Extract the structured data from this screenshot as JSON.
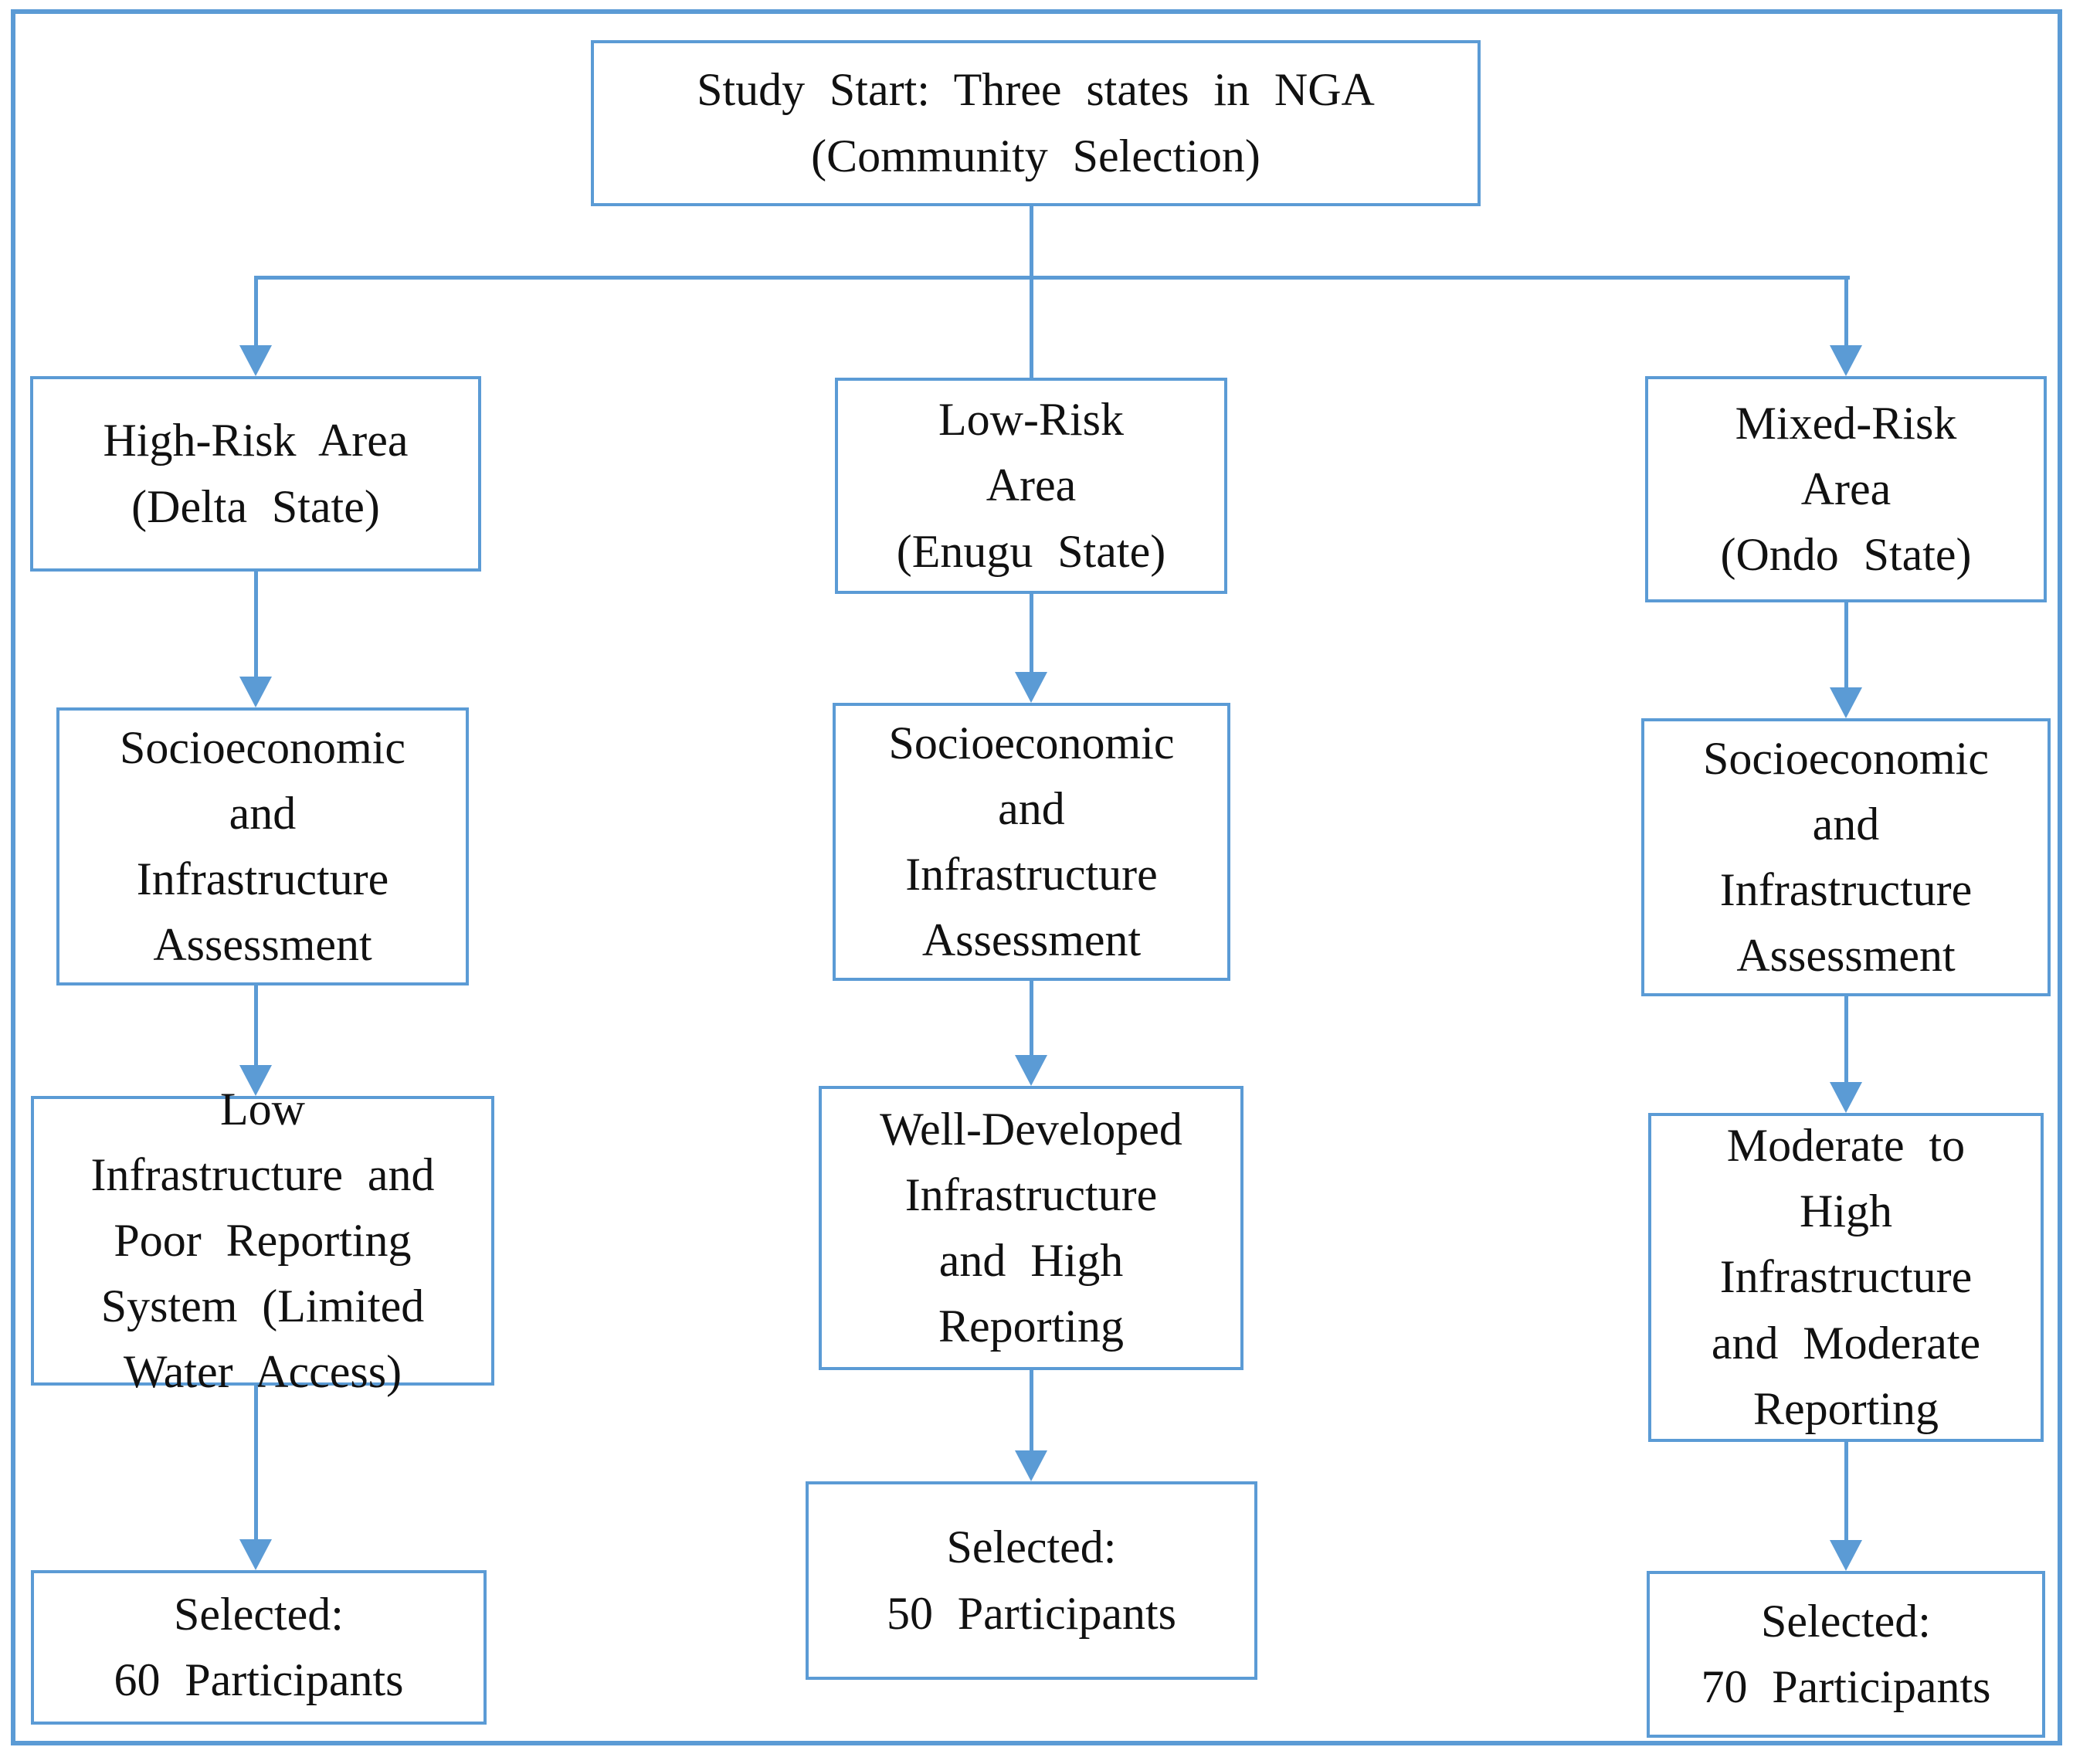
{
  "diagram": {
    "type": "flowchart",
    "accent_color": "#5b9bd5",
    "text_color": "#111111",
    "background_color": "#ffffff",
    "start": {
      "text": "Study Start: Three states in NGA\n(Community Selection)"
    },
    "columns": [
      {
        "area": {
          "text": "High-Risk Area\n(Delta State)"
        },
        "assessment": {
          "text": "Socioeconomic\nand\nInfrastructure\nAssessment"
        },
        "condition": {
          "text": "Low\nInfrastructure and\nPoor Reporting\nSystem (Limited\nWater Access)"
        },
        "selected": {
          "text": "Selected:\n60 Participants"
        }
      },
      {
        "area": {
          "text": "Low-Risk\nArea\n(Enugu State)"
        },
        "assessment": {
          "text": "Socioeconomic\nand\nInfrastructure\nAssessment"
        },
        "condition": {
          "text": "Well-Developed\nInfrastructure\nand High\nReporting"
        },
        "selected": {
          "text": "Selected:\n50 Participants"
        }
      },
      {
        "area": {
          "text": "Mixed-Risk\nArea\n(Ondo State)"
        },
        "assessment": {
          "text": "Socioeconomic\nand\nInfrastructure\nAssessment"
        },
        "condition": {
          "text": "Moderate to\nHigh\nInfrastructure\nand Moderate\nReporting"
        },
        "selected": {
          "text": "Selected:\n70 Participants"
        }
      }
    ]
  }
}
